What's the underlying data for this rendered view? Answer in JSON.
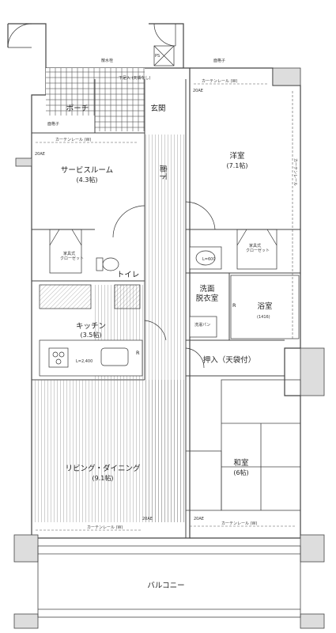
{
  "rooms": {
    "porch": {
      "name": "ポーチ"
    },
    "entrance": {
      "name": "玄関"
    },
    "corridor": {
      "name": "廊下"
    },
    "service_room": {
      "name": "サービスルーム",
      "size": "(4.3帖)"
    },
    "western_room": {
      "name": "洋室",
      "size": "(7.1帖)"
    },
    "toilet": {
      "name": "トイレ"
    },
    "washroom": {
      "name": "洗面\n脱衣室",
      "line1": "洗面",
      "line2": "脱衣室"
    },
    "bathroom": {
      "name": "浴室",
      "size": "(1416)"
    },
    "kitchen": {
      "name": "キッチン",
      "size": "(3.5帖)"
    },
    "storage": {
      "name": "押入（天袋付）"
    },
    "living_dining": {
      "name": "リビング・ダイニング",
      "size": "(9.1帖)"
    },
    "japanese_room": {
      "name": "和室",
      "size": "(6帖)"
    },
    "balcony": {
      "name": "バルコニー"
    }
  },
  "labels": {
    "curtain_rail_w": "カーテンレール (W)",
    "curtain_rail": "カーテンレール",
    "furniture_closet": "家具式\nクローゼット",
    "furniture_closet_l1": "家具式",
    "furniture_closet_l2": "クローゼット",
    "washer_pan": "洗濯パン",
    "l_length": "L=2,400",
    "wash_basin": "L=600",
    "mesh_door": "面格子",
    "pipe_space": "20AE",
    "r_mark": "R",
    "ps": "PS",
    "spout": "散水栓",
    "shoe_box": "下足入 (天袋なし)"
  },
  "colors": {
    "wall": "#555555",
    "line": "#333333",
    "flooring": "#777777",
    "hatch": "#aaaaaa"
  }
}
